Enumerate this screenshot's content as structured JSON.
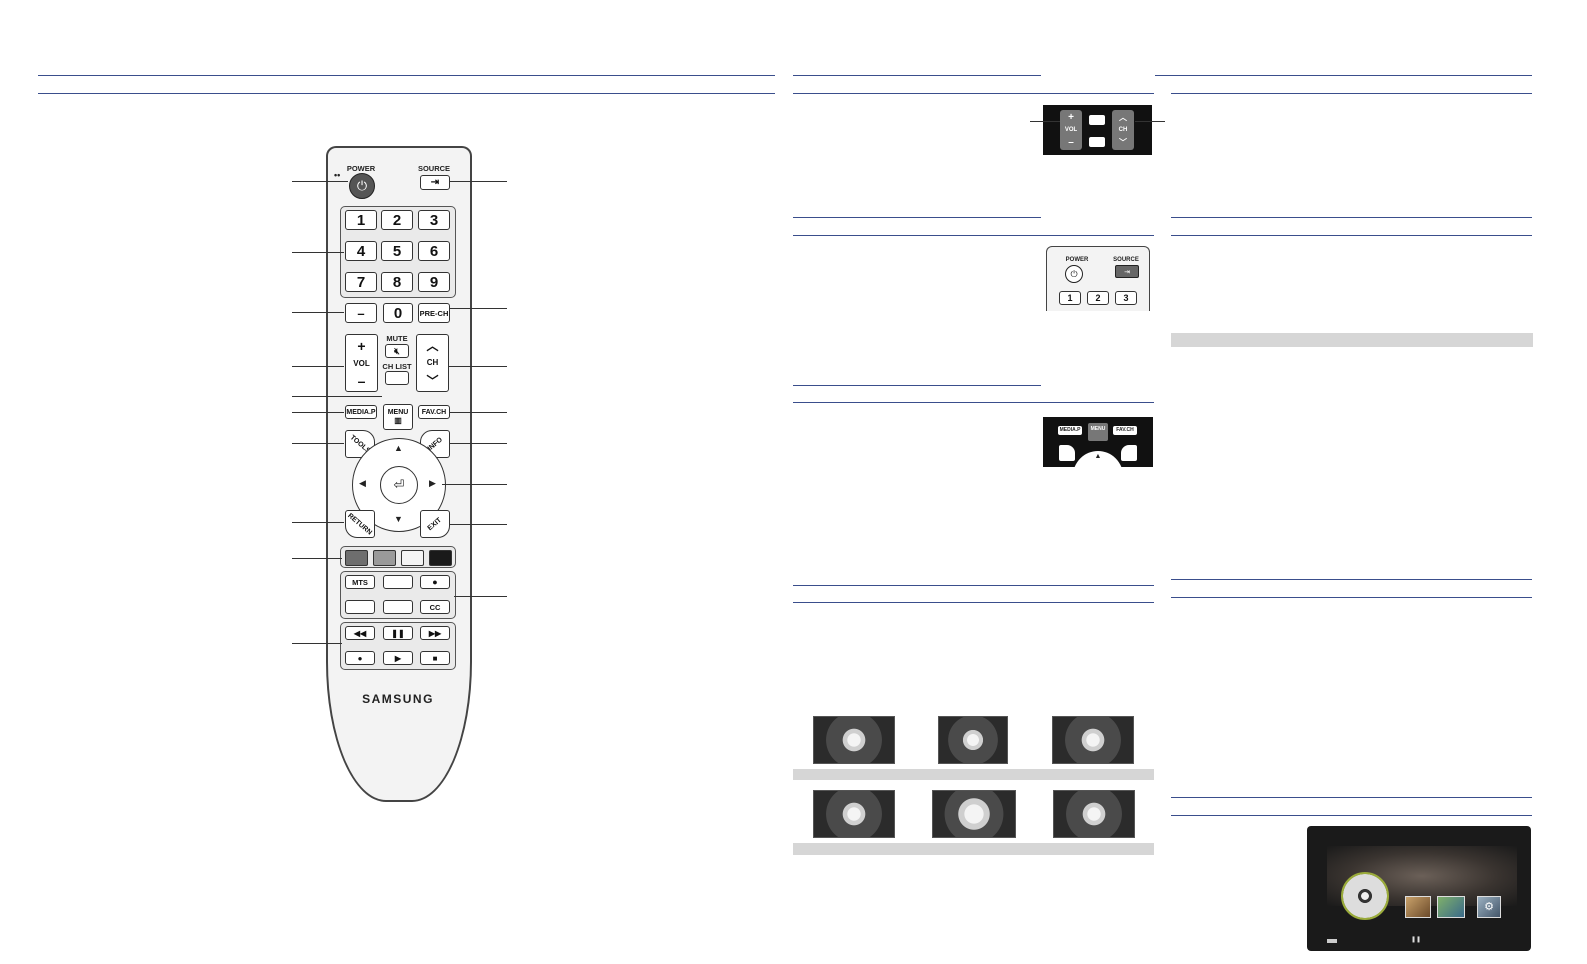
{
  "remote": {
    "power_label": "POWER",
    "source_label": "SOURCE",
    "numbers": [
      "1",
      "2",
      "3",
      "4",
      "5",
      "6",
      "7",
      "8",
      "9"
    ],
    "dash_label": "–",
    "zero_label": "0",
    "prech_label": "PRE-CH",
    "mute_label": "MUTE",
    "vol_plus": "+",
    "vol_label": "VOL",
    "vol_minus": "–",
    "chlist_label": "CH LIST",
    "ch_label": "CH",
    "media_label": "MEDIA.P",
    "menu_label": "MENU",
    "favch_label": "FAV.CH",
    "tools_label": "TOOLS",
    "info_label": "INFO",
    "return_label": "RETURN",
    "exit_label": "EXIT",
    "mts_label": "MTS",
    "cc_label": "CC",
    "brand": "SAMSUNG"
  },
  "thumb_panel1": {
    "source_label": "SOURCE",
    "power_label": "POWER",
    "numbers": [
      "1",
      "2",
      "3"
    ]
  },
  "thumb_panel0": {
    "vol_label": "VOL",
    "ch_label": "CH"
  },
  "thumb_panel2": {
    "media_label": "MEDIA.P",
    "menu_label": "MENU",
    "favch_label": "FAV.CH"
  },
  "colors": {
    "rule": "#3a4e8c",
    "remote_body": "#f3f3f3",
    "color_keys": [
      "#6e6e6e",
      "#9a9a9a",
      "#f4f4f4",
      "#1a1a1a"
    ]
  }
}
